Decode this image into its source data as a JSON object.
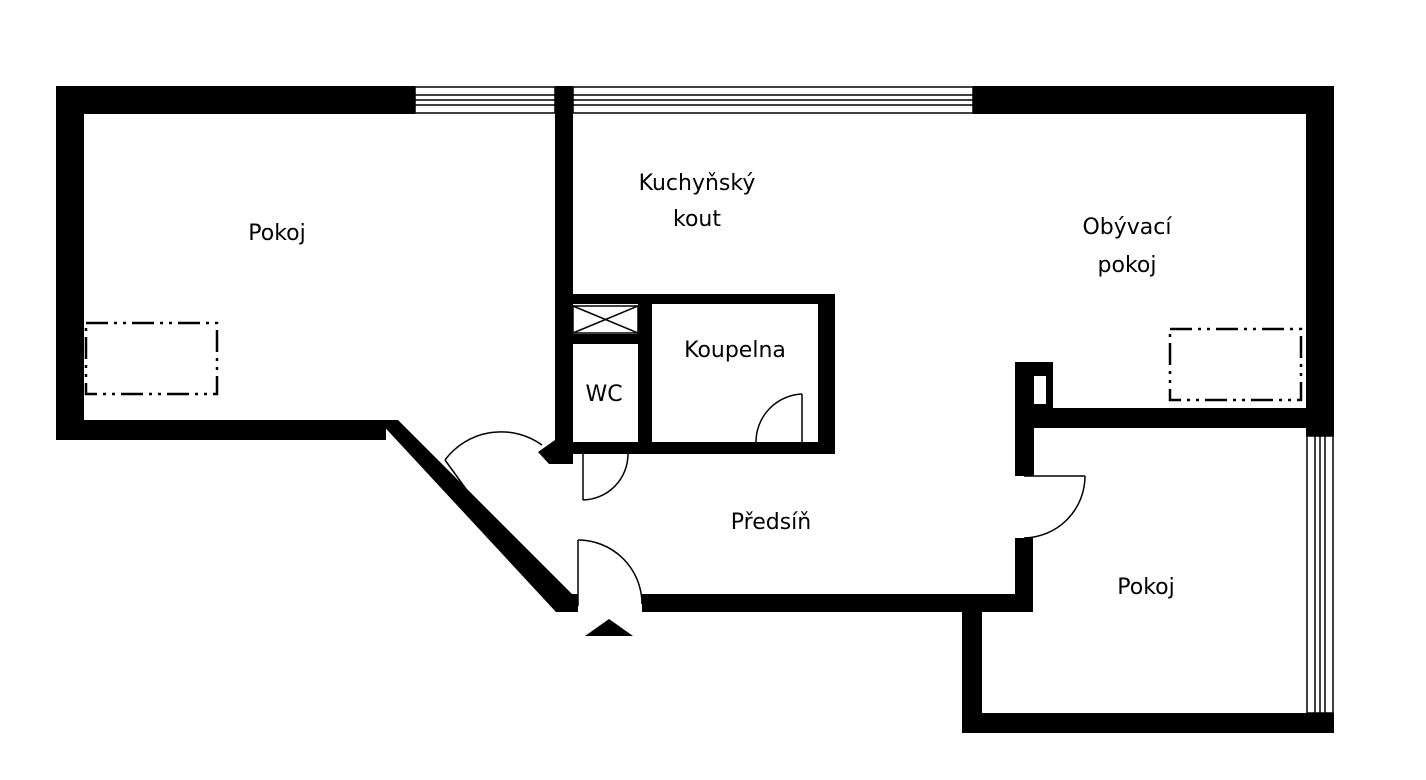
{
  "rooms": {
    "pokoj_left": "Pokoj",
    "kitchen_line1": "Kuchyňský",
    "kitchen_line2": "kout",
    "living_line1": "Obývací",
    "living_line2": "pokoj",
    "bathroom": "Koupelna",
    "wc": "WC",
    "hall": "Předsíň",
    "pokoj_right": "Pokoj"
  },
  "colors": {
    "wall": "#000000",
    "background": "#ffffff"
  }
}
